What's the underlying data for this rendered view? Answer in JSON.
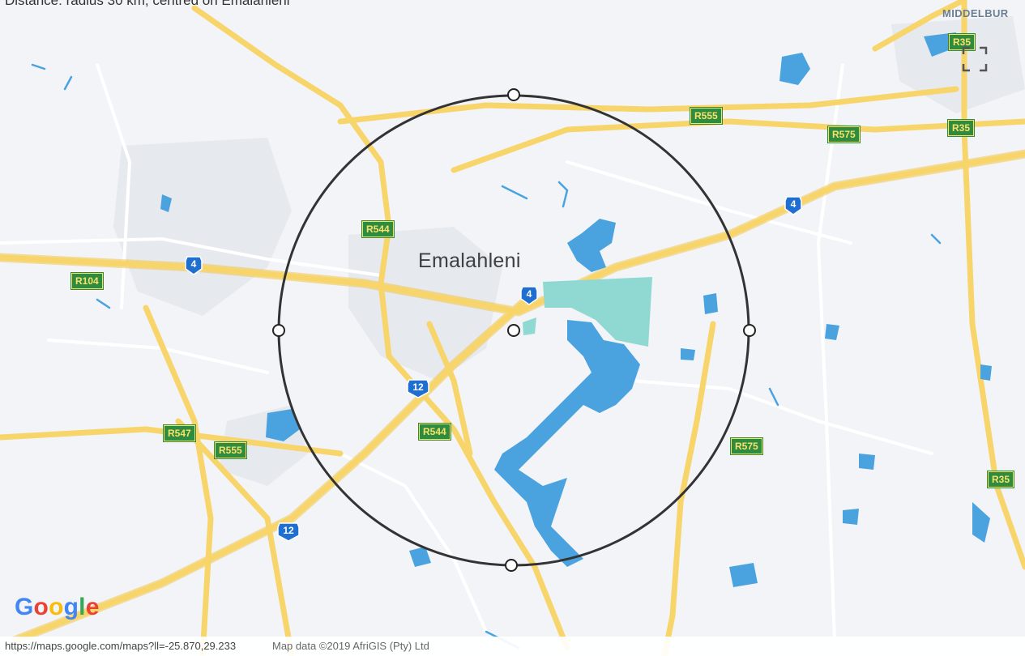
{
  "caption": "Distance: radius 30 km, centred on Emalahleni",
  "map": {
    "city": "Emalahleni",
    "town": "MIDDELBUR",
    "routes": [
      {
        "code": "R35"
      },
      {
        "code": "R555"
      },
      {
        "code": "R575"
      },
      {
        "code": "R35"
      },
      {
        "code": "R544"
      },
      {
        "code": "R104"
      },
      {
        "code": "R547"
      },
      {
        "code": "R555"
      },
      {
        "code": "R544"
      },
      {
        "code": "R575"
      },
      {
        "code": "R35"
      }
    ],
    "national_routes": [
      {
        "code": "4"
      },
      {
        "code": "4"
      },
      {
        "code": "4"
      },
      {
        "code": "12"
      },
      {
        "code": "12"
      }
    ],
    "colors": {
      "land": "#f2f4f7",
      "water": "#4aa3df",
      "mine": "#8fd9d2",
      "highway": "#f7d56a",
      "road": "#ffffff",
      "circle": "#333333"
    },
    "icons": {
      "fullscreen": "fullscreen-icon",
      "handle": "circle-handle-icon"
    }
  },
  "logo": {
    "b1": "G",
    "r1": "o",
    "y1": "o",
    "b2": "g",
    "g1": "l",
    "r2": "e"
  },
  "footer": {
    "url": "https://maps.google.com/maps?ll=-25.870,29.233",
    "attribution": "Map data ©2019 AfriGIS (Pty) Ltd"
  }
}
